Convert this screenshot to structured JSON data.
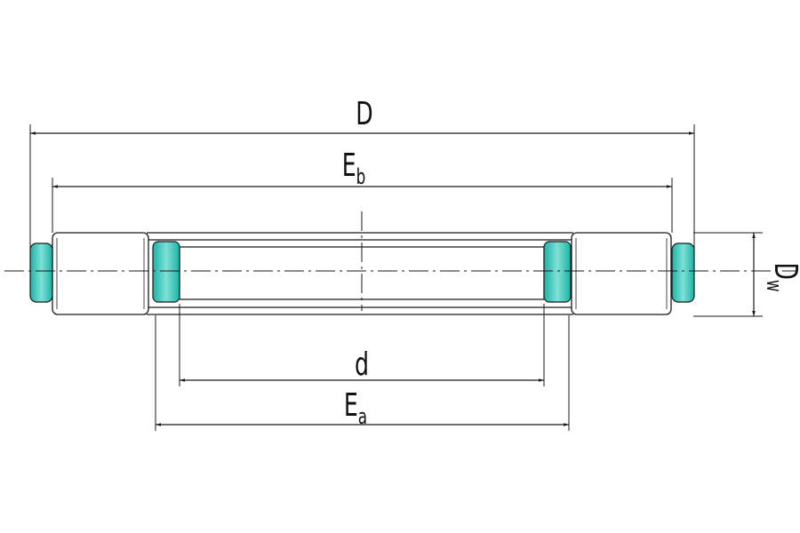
{
  "labels": {
    "D": "D",
    "Eb_main": "E",
    "Eb_sub": "b",
    "d": "d",
    "Ea_main": "E",
    "Ea_sub": "a",
    "Dw_main": "D",
    "Dw_sub": "w"
  },
  "colors": {
    "line": "#1a1a1a",
    "seal_fill": "#1ab3a6",
    "seal_highlight": "#7fe0d6",
    "background": "#ffffff"
  }
}
